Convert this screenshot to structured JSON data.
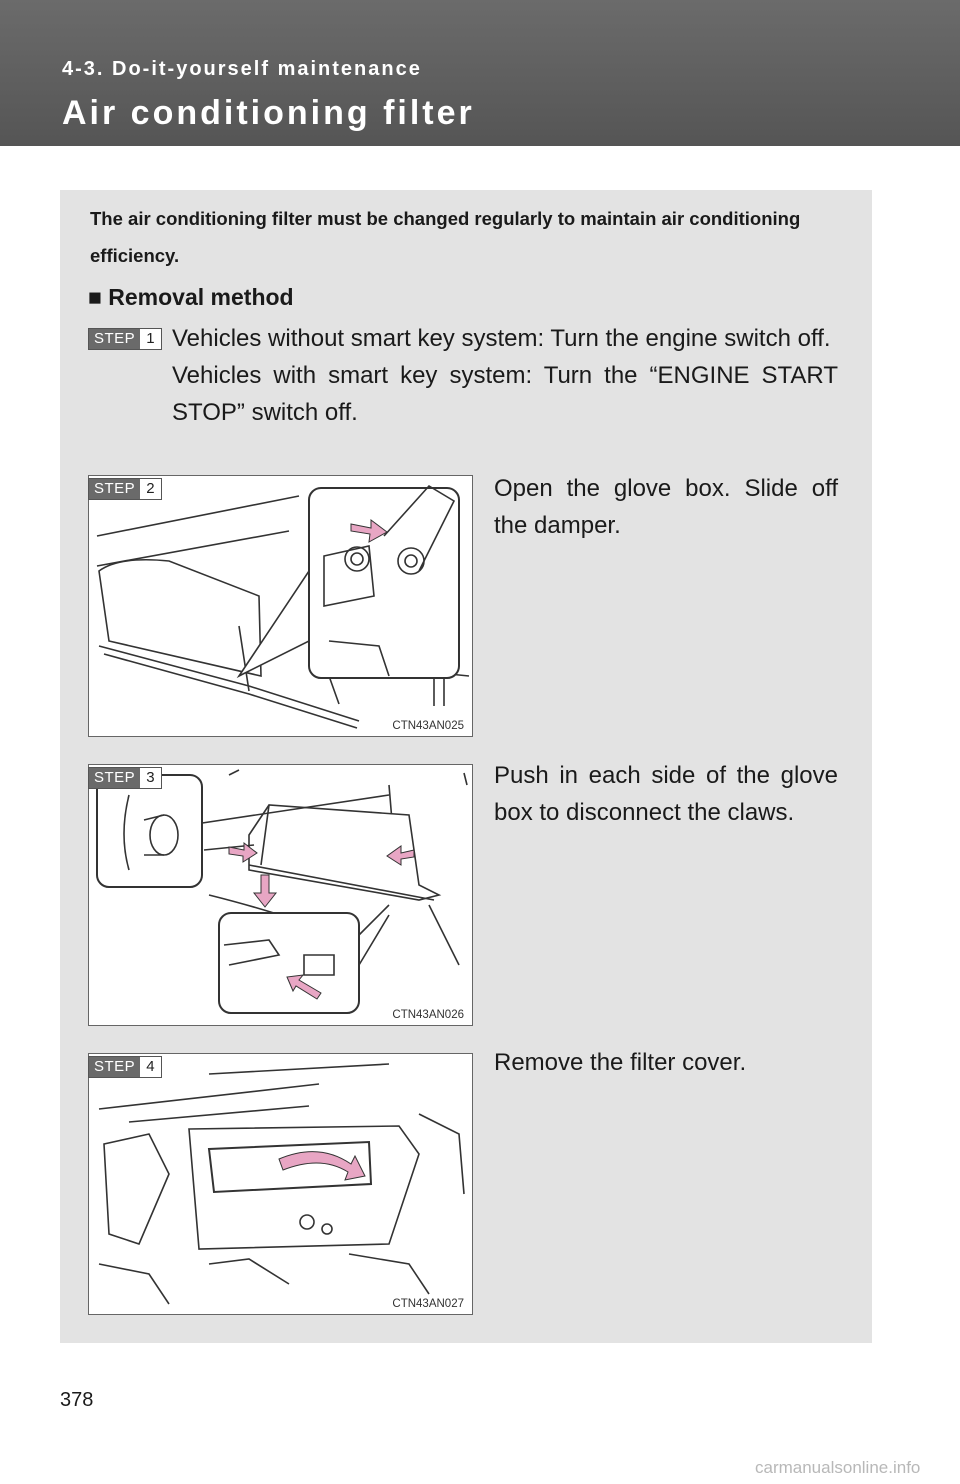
{
  "header": {
    "section": "4-3. Do-it-yourself maintenance",
    "title": "Air conditioning filter"
  },
  "intro": "The air conditioning filter must be changed regularly to maintain air conditioning efficiency.",
  "subheading": "■ Removal method",
  "step_word": "STEP",
  "steps": [
    {
      "number": "1",
      "lines": [
        "Vehicles without smart key system: Turn the engine switch off.",
        "Vehicles with smart key system: Turn the “ENGINE START STOP” switch off."
      ]
    },
    {
      "number": "2",
      "text": "Open the glove box. Slide off the damper.",
      "figure_code": "CTN43AN025"
    },
    {
      "number": "3",
      "text": "Push in each side of the glove box to disconnect the claws.",
      "figure_code": "CTN43AN026"
    },
    {
      "number": "4",
      "text": "Remove the filter cover.",
      "figure_code": "CTN43AN027"
    }
  ],
  "page_number": "378",
  "footer_mark": "carmanualsonline.info",
  "colors": {
    "header_bg": "#5e5e5e",
    "panel_bg": "#e3e3e3",
    "arrow": "#e8a6c4"
  }
}
